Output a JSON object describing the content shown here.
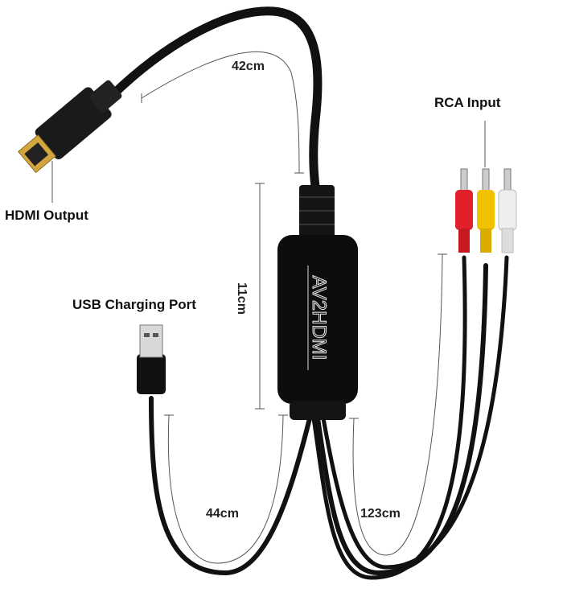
{
  "labels": {
    "hdmi_output": "HDMI Output",
    "rca_input": "RCA Input",
    "usb_port": "USB Charging Port"
  },
  "dimensions": {
    "hdmi_cable": "42cm",
    "adapter_box": "11cm",
    "usb_cable": "44cm",
    "rca_cable": "123cm"
  },
  "device": {
    "brand_text": "AV2HDMI"
  },
  "colors": {
    "cable": "#111111",
    "gold": "#d4a640",
    "rca_red": "#e0202a",
    "rca_yellow": "#f2c200",
    "rca_white": "#eeeeee"
  }
}
